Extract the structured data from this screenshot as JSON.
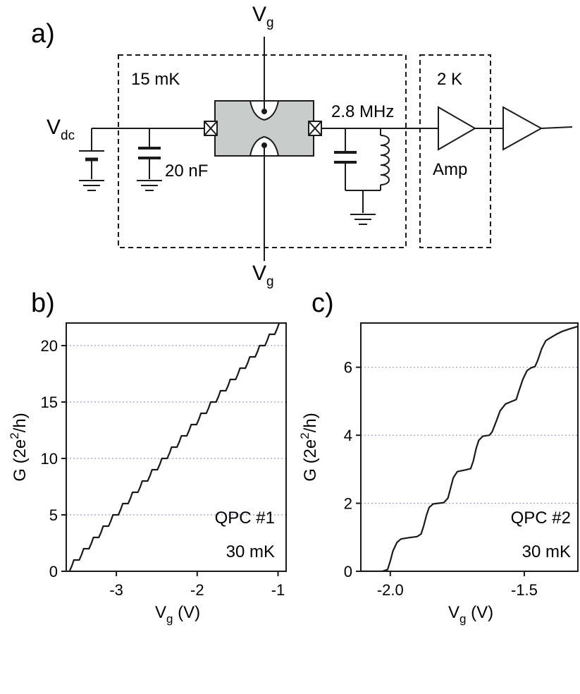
{
  "panels": {
    "a": "a)",
    "b": "b)",
    "c": "c)"
  },
  "circuit": {
    "vg_main": "V",
    "vg_sub": "g",
    "vdc_main": "V",
    "vdc_sub": "dc",
    "temp_cold": "15 mK",
    "temp_amp": "2 K",
    "capacitor": "20 nF",
    "frequency": "2.8 MHz",
    "amp": "Amp"
  },
  "chart_data": [
    {
      "type": "line",
      "panel": "b",
      "xlabel_main": "V",
      "xlabel_sub": "g",
      "xlabel_rest": " (V)",
      "ylabel_pre": "G (2e",
      "ylabel_sup": "2",
      "ylabel_post": "/h)",
      "xlim": [
        -3.62,
        -0.9
      ],
      "ylim": [
        0,
        22
      ],
      "xticks": [
        -3,
        -2,
        -1
      ],
      "xtick_labels": [
        "-3",
        "-2",
        "-1"
      ],
      "yticks": [
        0,
        5,
        10,
        15,
        20
      ],
      "ytick_labels": [
        "0",
        "5",
        "10",
        "15",
        "20"
      ],
      "grid_y": [
        5,
        10,
        15,
        20
      ],
      "annotations": [
        "QPC #1",
        "30 mK"
      ],
      "series": [
        {
          "steps_start": -3.58,
          "steps_end": -0.92,
          "max_level": 22,
          "color": "#1a1a1a"
        }
      ]
    },
    {
      "type": "line",
      "panel": "c",
      "xlabel_main": "V",
      "xlabel_sub": "g",
      "xlabel_rest": " (V)",
      "ylabel_pre": "G (2e",
      "ylabel_sup": "2",
      "ylabel_post": "/h)",
      "xlim": [
        -2.11,
        -1.3
      ],
      "ylim": [
        0,
        7.3
      ],
      "xticks": [
        -2.0,
        -1.5
      ],
      "xtick_labels": [
        "-2.0",
        "-1.5"
      ],
      "yticks": [
        0,
        2,
        4,
        6
      ],
      "ytick_labels": [
        "0",
        "2",
        "4",
        "6"
      ],
      "grid_y": [
        2,
        4,
        6
      ],
      "annotations": [
        "QPC #2",
        "30 mK"
      ],
      "series": [
        {
          "points": [
            [
              -2.11,
              0
            ],
            [
              -2.03,
              0
            ],
            [
              -2.01,
              0.05
            ],
            [
              -2.0,
              0.3
            ],
            [
              -1.99,
              0.6
            ],
            [
              -1.975,
              0.85
            ],
            [
              -1.96,
              0.95
            ],
            [
              -1.93,
              0.99
            ],
            [
              -1.9,
              1.02
            ],
            [
              -1.885,
              1.1
            ],
            [
              -1.875,
              1.35
            ],
            [
              -1.865,
              1.65
            ],
            [
              -1.855,
              1.88
            ],
            [
              -1.84,
              1.98
            ],
            [
              -1.8,
              2.02
            ],
            [
              -1.785,
              2.15
            ],
            [
              -1.775,
              2.45
            ],
            [
              -1.765,
              2.75
            ],
            [
              -1.75,
              2.93
            ],
            [
              -1.72,
              2.98
            ],
            [
              -1.7,
              3.02
            ],
            [
              -1.69,
              3.25
            ],
            [
              -1.68,
              3.6
            ],
            [
              -1.67,
              3.85
            ],
            [
              -1.655,
              3.97
            ],
            [
              -1.63,
              4.0
            ],
            [
              -1.62,
              4.1
            ],
            [
              -1.605,
              4.4
            ],
            [
              -1.59,
              4.72
            ],
            [
              -1.57,
              4.92
            ],
            [
              -1.545,
              5.0
            ],
            [
              -1.53,
              5.05
            ],
            [
              -1.52,
              5.3
            ],
            [
              -1.505,
              5.65
            ],
            [
              -1.49,
              5.9
            ],
            [
              -1.475,
              5.98
            ],
            [
              -1.46,
              6.02
            ],
            [
              -1.45,
              6.2
            ],
            [
              -1.435,
              6.55
            ],
            [
              -1.42,
              6.78
            ],
            [
              -1.4,
              6.88
            ],
            [
              -1.38,
              6.97
            ],
            [
              -1.36,
              7.05
            ],
            [
              -1.33,
              7.13
            ],
            [
              -1.3,
              7.2
            ]
          ],
          "color": "#1a1a1a"
        }
      ]
    }
  ]
}
